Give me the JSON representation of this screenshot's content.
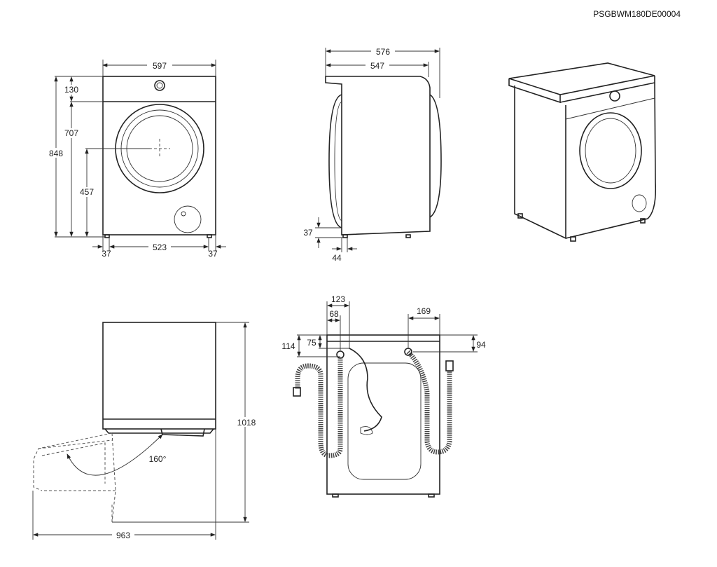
{
  "document_code": "PSGBWM180DE00004",
  "front_view": {
    "width": "597",
    "height_total": "848",
    "top_panel": "130",
    "below_panel": "707",
    "door_center_height": "457",
    "foot_left": "37",
    "foot_span": "523",
    "foot_right": "37"
  },
  "side_view": {
    "depth_total": "576",
    "depth_body": "547",
    "foot_height": "37",
    "foot_offset": "44"
  },
  "top_view": {
    "depth_door_open": "1018",
    "width_door_open": "963",
    "door_angle": "160°"
  },
  "rear_view": {
    "inlet_offset": "123",
    "drain_offset": "68",
    "drain_height": "114",
    "inlet_height": "75",
    "right_hose_offset": "169",
    "right_hose_height": "94"
  }
}
